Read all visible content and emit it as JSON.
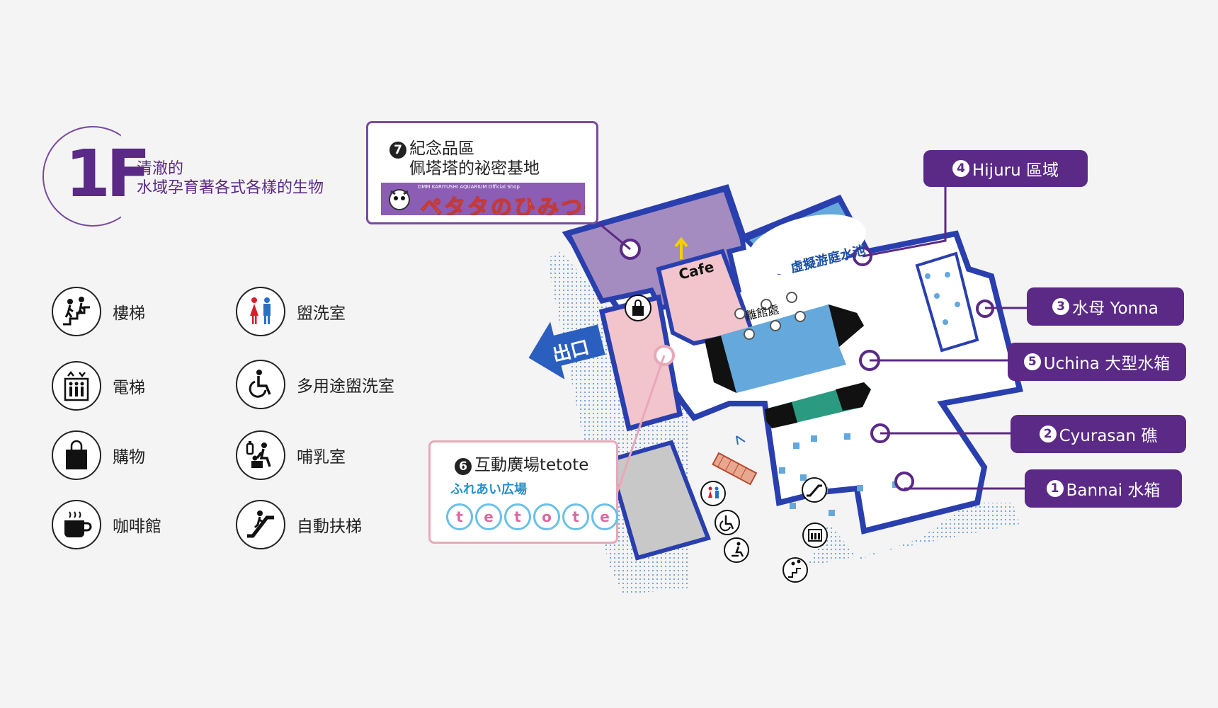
{
  "floor": {
    "number": "1F",
    "subtitle_line1": "清澈的",
    "subtitle_line2": "水域孕育著各式各樣的生物"
  },
  "legend": [
    {
      "icon": "stairs-icon",
      "label": "樓梯"
    },
    {
      "icon": "elevator-icon",
      "label": "電梯"
    },
    {
      "icon": "shopping-bag-icon",
      "label": "購物"
    },
    {
      "icon": "coffee-cup-icon",
      "label": "咖啡館"
    },
    {
      "icon": "restroom-icon",
      "label": "盥洗室"
    },
    {
      "icon": "wheelchair-icon",
      "label": "多用途盥洗室"
    },
    {
      "icon": "nursing-room-icon",
      "label": "哺乳室"
    },
    {
      "icon": "escalator-icon",
      "label": "自動扶梯"
    }
  ],
  "map": {
    "exit_label": "出口",
    "cafe_label": "Cafe",
    "depart_label": "離館處",
    "pool_label": "虛擬游庭水池"
  },
  "callouts": {
    "c7": {
      "num": "7",
      "title_line1": "紀念品區",
      "title_line2": "佩塔塔的祕密基地",
      "banner_small": "DMM KARIYUSHI AQUARIUM Official Shop",
      "banner_main": "ペタタのひみつ基地"
    },
    "c6": {
      "num": "6",
      "title": "互動廣場tetote",
      "top_text": "ふれあい広場",
      "letters": [
        "t",
        "e",
        "t",
        "o",
        "t",
        "e"
      ]
    },
    "c4": {
      "num": "4",
      "label": "Hijuru 區域"
    },
    "c3": {
      "num": "3",
      "label": "水母 Yonna"
    },
    "c5": {
      "num": "5",
      "label": "Uchina 大型水箱"
    },
    "c2": {
      "num": "2",
      "label": "Cyurasan 礁"
    },
    "c1": {
      "num": "1",
      "label": "Bannai 水箱"
    }
  },
  "colors": {
    "purple": "#5a2a86",
    "blue": "#3a4fb0",
    "water": "#64a8dc",
    "lavender": "#a48cc0",
    "pink": "#f2c4cc",
    "gray": "#c8c8c8"
  }
}
